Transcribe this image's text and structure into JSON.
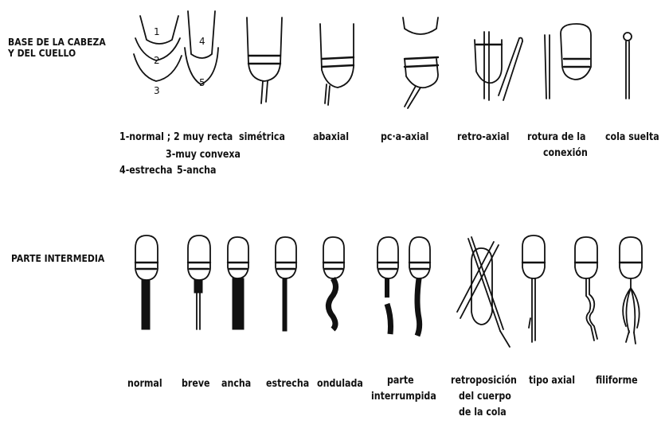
{
  "section1": {
    "title_line1": "BASE DE LA CABEZA",
    "title_line2": "Y DEL CUELLO",
    "numbers": [
      "1",
      "2",
      "3",
      "4",
      "5"
    ],
    "labels": {
      "legend_line1": "1-normal ; 2 muy recta",
      "legend_line2": "3-muy convexa",
      "legend_line3": "4-estrecha",
      "legend_line4": "5-ancha",
      "simetrica": "simétrica",
      "abaxial": "abaxial",
      "paraaxial": "pc·a-axial",
      "retroaxial": "retro-axial",
      "rotura_line1": "rotura de la",
      "rotura_line2": "conexión",
      "cola_suelta": "cola suelta"
    }
  },
  "section2": {
    "title": "PARTE INTERMEDIA",
    "labels": {
      "normal": "normal",
      "breve": "breve",
      "ancha": "ancha",
      "estrecha": "estrecha",
      "ondulada": "ondulada",
      "parte_line1": "parte",
      "parte_line2": "interrumpida",
      "retro_line1": "retroposición",
      "retro_line2": "del cuerpo",
      "retro_line3": "de la cola",
      "tipo_axial": "tipo axial",
      "filiforme": "filiforme"
    }
  }
}
